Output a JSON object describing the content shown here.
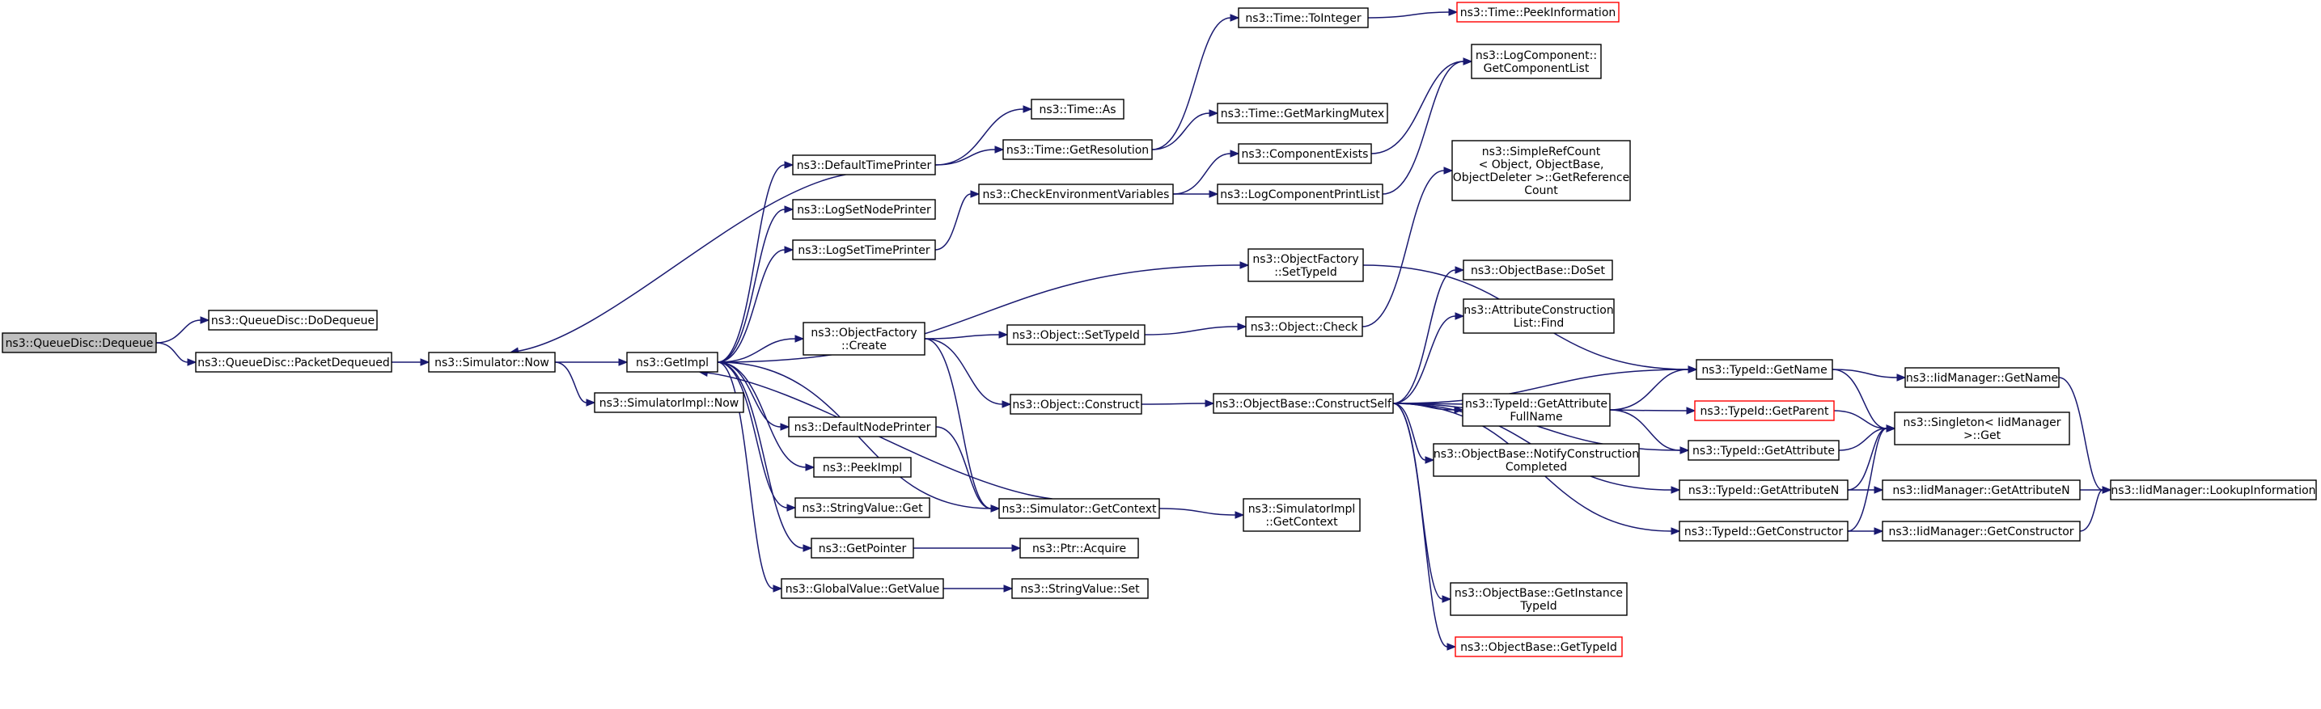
{
  "title": "",
  "colors": {
    "edge": "#191970",
    "root_fill": "#bfbfbf",
    "border": "#000000",
    "truncated_border": "#ff0000"
  },
  "nodes": [
    {
      "id": "n0",
      "name": "node-queuedisc-dequeue",
      "lines": [
        "ns3::QueueDisc::Dequeue"
      ],
      "root": true
    },
    {
      "id": "n1",
      "name": "node-queuedisc-dodequeue",
      "lines": [
        "ns3::QueueDisc::DoDequeue"
      ]
    },
    {
      "id": "n2",
      "name": "node-queuedisc-packetdequeued",
      "lines": [
        "ns3::QueueDisc::PacketDequeued"
      ]
    },
    {
      "id": "n3",
      "name": "node-simulator-now",
      "lines": [
        "ns3::Simulator::Now"
      ]
    },
    {
      "id": "n4",
      "name": "node-getimpl",
      "lines": [
        "ns3::GetImpl"
      ]
    },
    {
      "id": "n5",
      "name": "node-simulatorimpl-now",
      "lines": [
        "ns3::SimulatorImpl::Now"
      ]
    },
    {
      "id": "n6",
      "name": "node-defaulttimeprinter",
      "lines": [
        "ns3::DefaultTimePrinter"
      ]
    },
    {
      "id": "n7",
      "name": "node-logsetnodeprinter",
      "lines": [
        "ns3::LogSetNodePrinter"
      ]
    },
    {
      "id": "n8",
      "name": "node-logsettimeprinter",
      "lines": [
        "ns3::LogSetTimePrinter"
      ]
    },
    {
      "id": "n9",
      "name": "node-objectfactory-create",
      "lines": [
        "ns3::ObjectFactory",
        "::Create"
      ]
    },
    {
      "id": "n10",
      "name": "node-defaultnodeprinter",
      "lines": [
        "ns3::DefaultNodePrinter"
      ]
    },
    {
      "id": "n11",
      "name": "node-peekimpl",
      "lines": [
        "ns3::PeekImpl"
      ]
    },
    {
      "id": "n12",
      "name": "node-stringvalue-get",
      "lines": [
        "ns3::StringValue::Get"
      ]
    },
    {
      "id": "n13",
      "name": "node-getpointer",
      "lines": [
        "ns3::GetPointer"
      ]
    },
    {
      "id": "n14",
      "name": "node-globalvalue-getvalue",
      "lines": [
        "ns3::GlobalValue::GetValue"
      ]
    },
    {
      "id": "n15",
      "name": "node-time-as",
      "lines": [
        "ns3::Time::As"
      ]
    },
    {
      "id": "n16",
      "name": "node-time-getresolution",
      "lines": [
        "ns3::Time::GetResolution"
      ]
    },
    {
      "id": "n17",
      "name": "node-time-tointeger",
      "lines": [
        "ns3::Time::ToInteger"
      ]
    },
    {
      "id": "n18",
      "name": "node-time-peekinformation",
      "lines": [
        "ns3::Time::PeekInformation"
      ],
      "truncated": true
    },
    {
      "id": "n19",
      "name": "node-time-getmarkingmutex",
      "lines": [
        "ns3::Time::GetMarkingMutex"
      ]
    },
    {
      "id": "n20",
      "name": "node-checkenvironmentvariables",
      "lines": [
        "ns3::CheckEnvironmentVariables"
      ]
    },
    {
      "id": "n21",
      "name": "node-componentexists",
      "lines": [
        "ns3::ComponentExists"
      ]
    },
    {
      "id": "n22",
      "name": "node-logcomponentprintlist",
      "lines": [
        "ns3::LogComponentPrintList"
      ]
    },
    {
      "id": "n23",
      "name": "node-logcomponent-getcomponentlist",
      "lines": [
        "ns3::LogComponent::",
        "GetComponentList"
      ]
    },
    {
      "id": "n24",
      "name": "node-objectfactory-settypeid",
      "lines": [
        "ns3::ObjectFactory",
        "::SetTypeId"
      ]
    },
    {
      "id": "n25",
      "name": "node-object-settypeid",
      "lines": [
        "ns3::Object::SetTypeId"
      ]
    },
    {
      "id": "n26",
      "name": "node-object-check",
      "lines": [
        "ns3::Object::Check"
      ]
    },
    {
      "id": "n27",
      "name": "node-simplerefcount-getreferencecount",
      "lines": [
        "ns3::SimpleRefCount",
        "< Object, ObjectBase,",
        "ObjectDeleter >::GetReference",
        "Count"
      ]
    },
    {
      "id": "n28",
      "name": "node-object-construct",
      "lines": [
        "ns3::Object::Construct"
      ]
    },
    {
      "id": "n29",
      "name": "node-objectbase-constructself",
      "lines": [
        "ns3::ObjectBase::ConstructSelf"
      ]
    },
    {
      "id": "n30",
      "name": "node-objectbase-doset",
      "lines": [
        "ns3::ObjectBase::DoSet"
      ]
    },
    {
      "id": "n31",
      "name": "node-attributeconstructionlist-find",
      "lines": [
        "ns3::AttributeConstruction",
        "List::Find"
      ]
    },
    {
      "id": "n32",
      "name": "node-typeid-getattributefullname",
      "lines": [
        "ns3::TypeId::GetAttribute",
        "FullName"
      ]
    },
    {
      "id": "n33",
      "name": "node-objectbase-notifyconstructioncompleted",
      "lines": [
        "ns3::ObjectBase::NotifyConstruction",
        "Completed"
      ]
    },
    {
      "id": "n34",
      "name": "node-objectbase-getinstancetypeid",
      "lines": [
        "ns3::ObjectBase::GetInstance",
        "TypeId"
      ]
    },
    {
      "id": "n35",
      "name": "node-objectbase-gettypeid",
      "lines": [
        "ns3::ObjectBase::GetTypeId"
      ],
      "truncated": true
    },
    {
      "id": "n36",
      "name": "node-simulator-getcontext",
      "lines": [
        "ns3::Simulator::GetContext"
      ]
    },
    {
      "id": "n37",
      "name": "node-simulatorimpl-getcontext",
      "lines": [
        "ns3::SimulatorImpl",
        "::GetContext"
      ]
    },
    {
      "id": "n38",
      "name": "node-ptr-acquire",
      "lines": [
        "ns3::Ptr::Acquire"
      ]
    },
    {
      "id": "n39",
      "name": "node-stringvalue-set",
      "lines": [
        "ns3::StringValue::Set"
      ]
    },
    {
      "id": "n40",
      "name": "node-typeid-getname",
      "lines": [
        "ns3::TypeId::GetName"
      ]
    },
    {
      "id": "n41",
      "name": "node-typeid-getparent",
      "lines": [
        "ns3::TypeId::GetParent"
      ],
      "truncated": true
    },
    {
      "id": "n42",
      "name": "node-typeid-getattribute",
      "lines": [
        "ns3::TypeId::GetAttribute"
      ]
    },
    {
      "id": "n43",
      "name": "node-typeid-getattributen",
      "lines": [
        "ns3::TypeId::GetAttributeN"
      ]
    },
    {
      "id": "n44",
      "name": "node-typeid-getconstructor",
      "lines": [
        "ns3::TypeId::GetConstructor"
      ]
    },
    {
      "id": "n45",
      "name": "node-iidmanager-getname",
      "lines": [
        "ns3::IidManager::GetName"
      ]
    },
    {
      "id": "n46",
      "name": "node-singleton-iidmanager-get",
      "lines": [
        "ns3::Singleton< IidManager",
        ">::Get"
      ]
    },
    {
      "id": "n47",
      "name": "node-iidmanager-getattributen",
      "lines": [
        "ns3::IidManager::GetAttributeN"
      ]
    },
    {
      "id": "n48",
      "name": "node-iidmanager-getconstructor",
      "lines": [
        "ns3::IidManager::GetConstructor"
      ]
    },
    {
      "id": "n49",
      "name": "node-iidmanager-lookupinformation",
      "lines": [
        "ns3::IidManager::LookupInformation"
      ]
    }
  ],
  "edges": [
    [
      "n0",
      "n1"
    ],
    [
      "n0",
      "n2"
    ],
    [
      "n2",
      "n3"
    ],
    [
      "n3",
      "n4"
    ],
    [
      "n3",
      "n5"
    ],
    [
      "n4",
      "n6"
    ],
    [
      "n6",
      "n3"
    ],
    [
      "n4",
      "n7"
    ],
    [
      "n4",
      "n8"
    ],
    [
      "n4",
      "n9"
    ],
    [
      "n4",
      "n10"
    ],
    [
      "n4",
      "n11"
    ],
    [
      "n4",
      "n12"
    ],
    [
      "n4",
      "n13"
    ],
    [
      "n4",
      "n14"
    ],
    [
      "n4",
      "n24"
    ],
    [
      "n4",
      "n36"
    ],
    [
      "n6",
      "n15"
    ],
    [
      "n6",
      "n16"
    ],
    [
      "n16",
      "n17"
    ],
    [
      "n17",
      "n18"
    ],
    [
      "n16",
      "n19"
    ],
    [
      "n8",
      "n20"
    ],
    [
      "n20",
      "n21"
    ],
    [
      "n20",
      "n22"
    ],
    [
      "n21",
      "n23"
    ],
    [
      "n22",
      "n23"
    ],
    [
      "n24",
      "n40"
    ],
    [
      "n9",
      "n25"
    ],
    [
      "n9",
      "n28"
    ],
    [
      "n9",
      "n36"
    ],
    [
      "n25",
      "n26"
    ],
    [
      "n26",
      "n27"
    ],
    [
      "n28",
      "n29"
    ],
    [
      "n29",
      "n30"
    ],
    [
      "n29",
      "n31"
    ],
    [
      "n29",
      "n32"
    ],
    [
      "n29",
      "n33"
    ],
    [
      "n29",
      "n34"
    ],
    [
      "n29",
      "n35"
    ],
    [
      "n29",
      "n40"
    ],
    [
      "n29",
      "n41"
    ],
    [
      "n29",
      "n42"
    ],
    [
      "n29",
      "n43"
    ],
    [
      "n29",
      "n44"
    ],
    [
      "n10",
      "n36"
    ],
    [
      "n36",
      "n4"
    ],
    [
      "n36",
      "n37"
    ],
    [
      "n13",
      "n38"
    ],
    [
      "n14",
      "n39"
    ],
    [
      "n32",
      "n40"
    ],
    [
      "n32",
      "n42"
    ],
    [
      "n40",
      "n45"
    ],
    [
      "n40",
      "n46"
    ],
    [
      "n41",
      "n46"
    ],
    [
      "n42",
      "n46"
    ],
    [
      "n43",
      "n46"
    ],
    [
      "n43",
      "n47"
    ],
    [
      "n44",
      "n46"
    ],
    [
      "n44",
      "n48"
    ],
    [
      "n45",
      "n49"
    ],
    [
      "n47",
      "n49"
    ],
    [
      "n48",
      "n49"
    ]
  ]
}
